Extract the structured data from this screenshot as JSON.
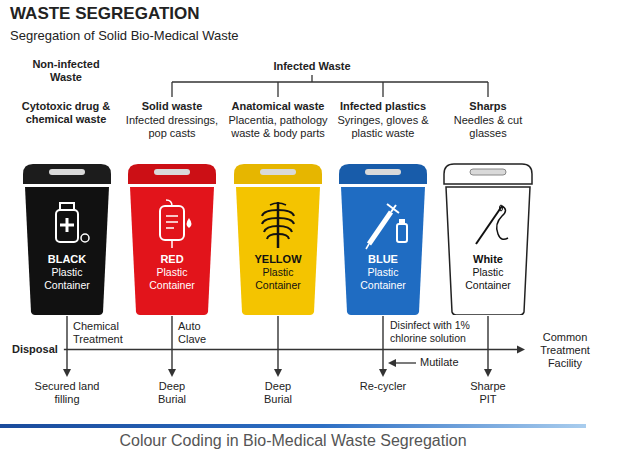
{
  "diagram": {
    "title": "WASTE SEGREGATION",
    "caption": "Colour Coding in Bio-Medical Waste Segregation",
    "nodes": [
      {
        "text": [
          "BLACK",
          "Plastic Container"
        ]
      },
      {
        "text": [
          "RED",
          "Plastic Container"
        ]
      },
      {
        "text": [
          "YELLOW",
          "Plastic Container"
        ]
      },
      {
        "text": [
          "BLUE",
          "Plastic Container"
        ]
      },
      {
        "text": [
          "White",
          "Plastic Container"
        ]
      },
      {
        "text": [
          "Disposal"
        ]
      },
      {
        "text": [
          "Common Treatment Facility"
        ]
      },
      {
        "text": [
          "Secured land filling"
        ]
      },
      {
        "text": [
          "Deep Burial"
        ]
      },
      {
        "text": [
          "Deep Burial"
        ]
      },
      {
        "text": [
          "Re-cycler"
        ]
      },
      {
        "text": [
          "Sharpe PIT"
        ]
      }
    ],
    "edges": [
      {
        "from": 0,
        "to": 7,
        "arrow": "to",
        "label": "Chemical Treatment"
      },
      {
        "from": 1,
        "to": 8,
        "arrow": "to",
        "label": "Auto Clave"
      },
      {
        "from": 2,
        "to": 9,
        "arrow": "to"
      },
      {
        "from": 3,
        "to": 10,
        "arrow": "to",
        "label": "Disinfect with 1% chlorine solution"
      },
      {
        "from": 4,
        "to": 11,
        "arrow": "to"
      },
      {
        "from": 5,
        "to": 6,
        "arrow": "to"
      }
    ],
    "labels": [
      "Segregation of Solid Bio-Medical Waste",
      "Non-infected Waste",
      "Infected Waste",
      "Cytotoxic drug & chemical waste",
      "Solid waste",
      "Infected dressings, pop casts",
      "Anatomical waste",
      "Placentia, pathology waste & body parts",
      "Infected plastics",
      "Syringes, gloves & plastic waste",
      "Sharps",
      "Needles & cut glasses",
      "Mutilate"
    ]
  }
}
